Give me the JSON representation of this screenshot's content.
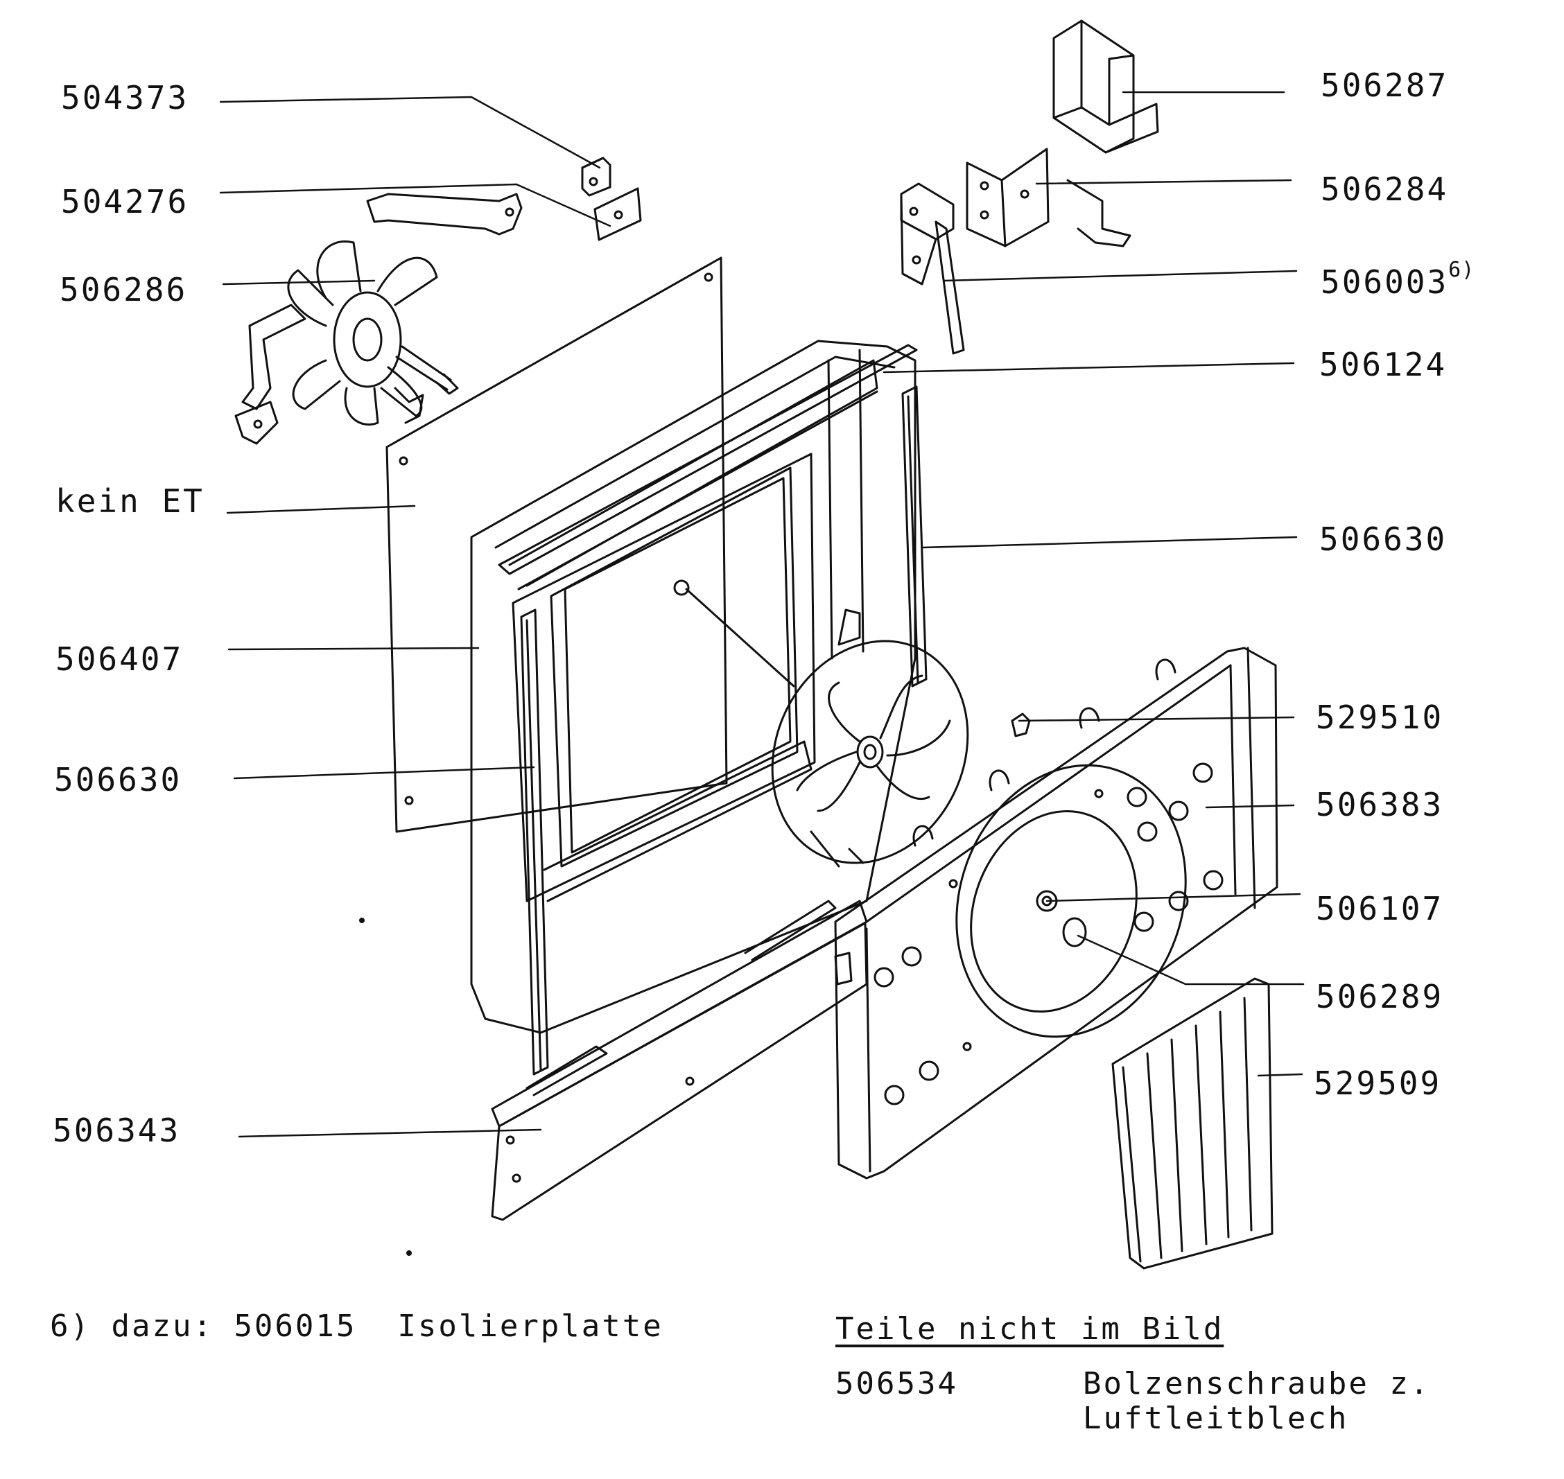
{
  "labels": {
    "p504373": "504373",
    "p504276": "504276",
    "p506286": "506286",
    "kein_et": "kein ET",
    "p506407": "506407",
    "p506630_left": "506630",
    "p506343": "506343",
    "p506287": "506287",
    "p506284": "506284",
    "p506003": "506003",
    "p506003_mark": "6)",
    "p506124": "506124",
    "p506630_right": "506630",
    "p529510": "529510",
    "p506383": "506383",
    "p506107": "506107",
    "p506289": "506289",
    "p529509": "529509"
  },
  "footnote": {
    "marker": "6)",
    "prefix": "dazu:",
    "part": "506015",
    "desc": "Isolierplatte"
  },
  "not_pictured": {
    "heading": "Teile nicht im Bild",
    "part": "506534",
    "desc_line1": "Bolzenschraube z.",
    "desc_line2": "Luftleitblech"
  }
}
